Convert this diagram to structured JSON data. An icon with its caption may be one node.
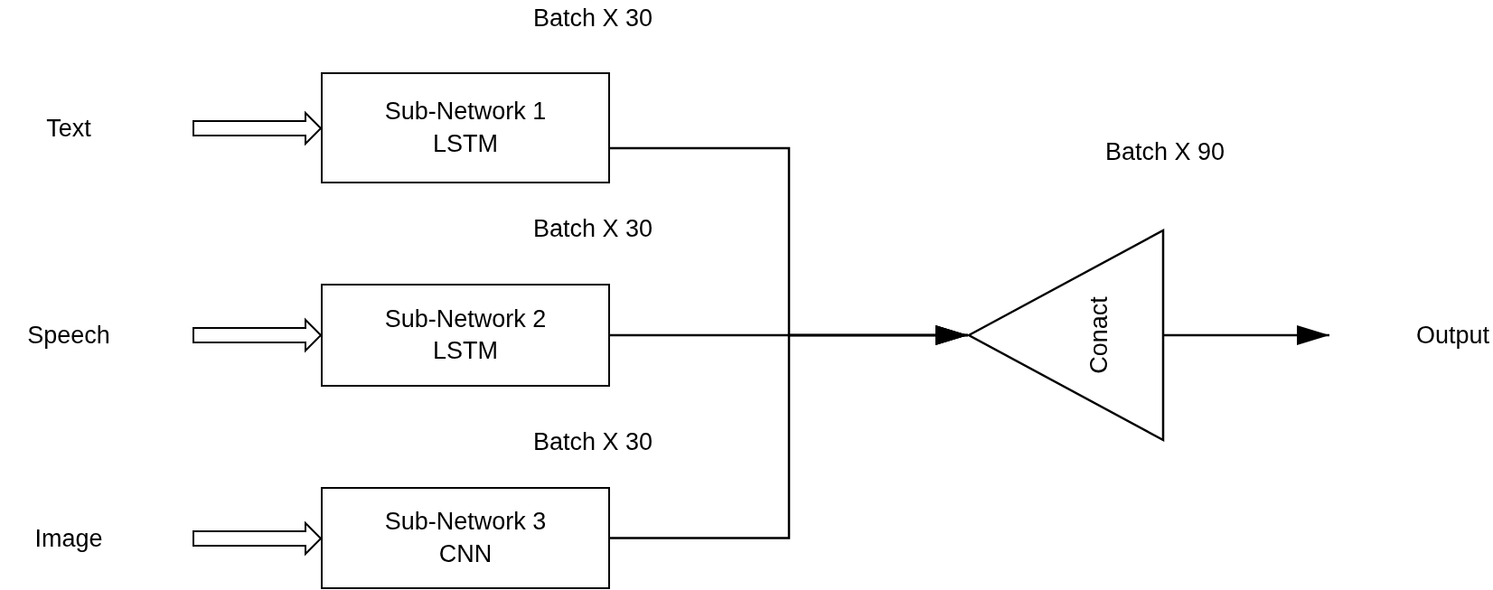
{
  "diagram": {
    "nodes": [
      {
        "text": [
          "Text"
        ]
      },
      {
        "text": [
          "Speech"
        ]
      },
      {
        "text": [
          "Image"
        ]
      },
      {
        "text": [
          "Sub-Network 1 LSTM"
        ],
        "beside": [
          "Batch X 30"
        ]
      },
      {
        "text": [
          "Sub-Network 2 LSTM"
        ],
        "beside": [
          "Batch X 30"
        ]
      },
      {
        "text": [
          "Sub-Network 3 CNN"
        ],
        "beside": [
          "Batch X 30"
        ]
      },
      {
        "text": [
          "Conact"
        ],
        "beside": [
          "Batch X 90"
        ]
      },
      {
        "text": [
          "Output"
        ]
      }
    ],
    "edges": [
      {
        "from": 0,
        "to": 3,
        "arrow": "to",
        "style": "thick"
      },
      {
        "from": 1,
        "to": 4,
        "arrow": "to",
        "style": "thick"
      },
      {
        "from": 2,
        "to": 5,
        "arrow": "to",
        "style": "thick"
      },
      {
        "from": 3,
        "to": 6,
        "arrow": "to"
      },
      {
        "from": 4,
        "to": 6,
        "arrow": "to"
      },
      {
        "from": 5,
        "to": 6,
        "arrow": "to"
      },
      {
        "from": 6,
        "to": 7,
        "arrow": "to"
      }
    ]
  }
}
